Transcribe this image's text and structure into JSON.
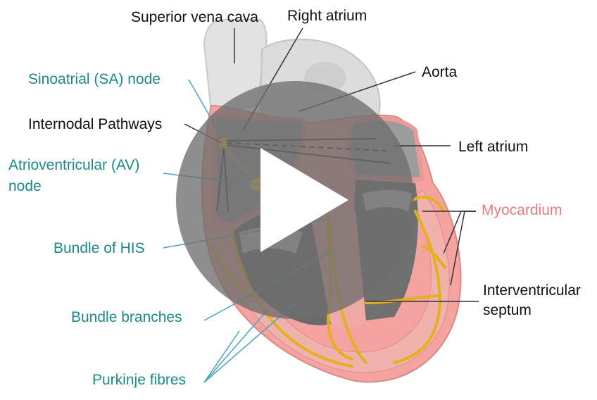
{
  "colors": {
    "teal_label": "#1b8b87",
    "dark_label": "#111111",
    "myocardium_label": "#ee7b7b",
    "conduction_path": "#e3b11d",
    "muscle_tissue": "#f4a3a0",
    "play_overlay": "#6e6e6e"
  },
  "labels": {
    "superior_vena_cava": "Superior vena cava",
    "right_atrium": "Right atrium",
    "aorta": "Aorta",
    "sa_node": "Sinoatrial (SA) node",
    "internodal_pathways": "Internodal Pathways",
    "left_atrium": "Left atrium",
    "av_node_line1": "Atrioventricular (AV)",
    "av_node_line2": "node",
    "myocardium": "Myocardium",
    "bundle_of_his": "Bundle of HIS",
    "interventricular_line1": "Interventricular",
    "interventricular_line2": "septum",
    "bundle_branches": "Bundle branches",
    "purkinje_fibres": "Purkinje fibres"
  },
  "overlay": {
    "icon": "play-icon",
    "state": "paused"
  }
}
